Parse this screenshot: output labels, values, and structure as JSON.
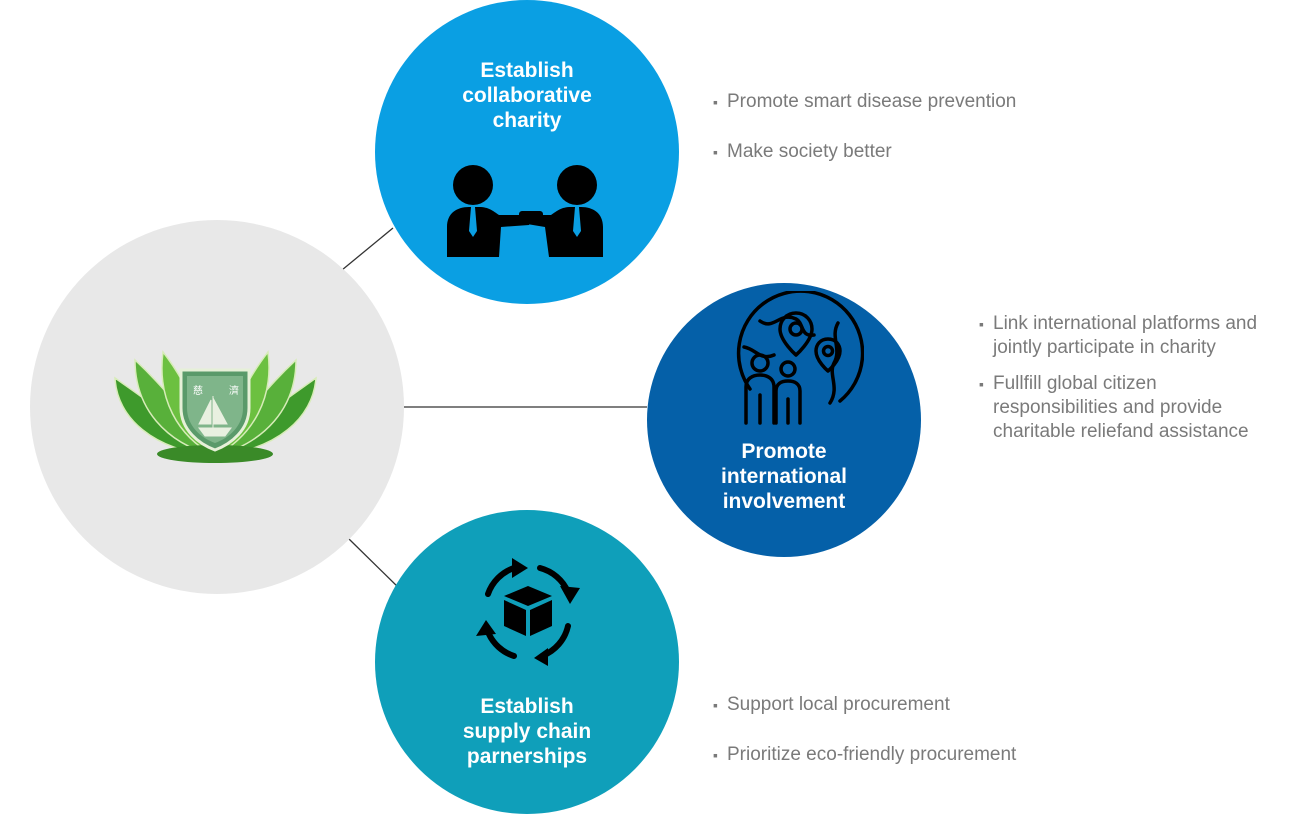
{
  "colors": {
    "hub": "#e8e8e8",
    "charity_node": "#0a9fe3",
    "international_node": "#0560a8",
    "supply_node": "#0f9fba",
    "bullet_text": "#7a7a7a",
    "connector": "#333333"
  },
  "center": {
    "logo_icon": "lotus-emblem-logo"
  },
  "nodes": {
    "charity": {
      "title": "Establish\ncollaborative\ncharity",
      "icon": "handshake-people-icon",
      "bullets": [
        "Promote smart disease prevention",
        "Make society better"
      ]
    },
    "international": {
      "title": "Promote\ninternational\ninvolvement",
      "icon": "globe-people-location-icon",
      "bullets": [
        "Link international platforms and jointly participate in charity",
        "Fullfill global citizen responsibilities and provide charitable reliefand assistance"
      ]
    },
    "supply": {
      "title": "Establish\nsupply chain\nparnerships",
      "icon": "box-cycle-arrows-icon",
      "bullets": [
        "Support local procurement",
        "Prioritize eco-friendly procurement"
      ]
    }
  },
  "bullet_marker": "▪"
}
